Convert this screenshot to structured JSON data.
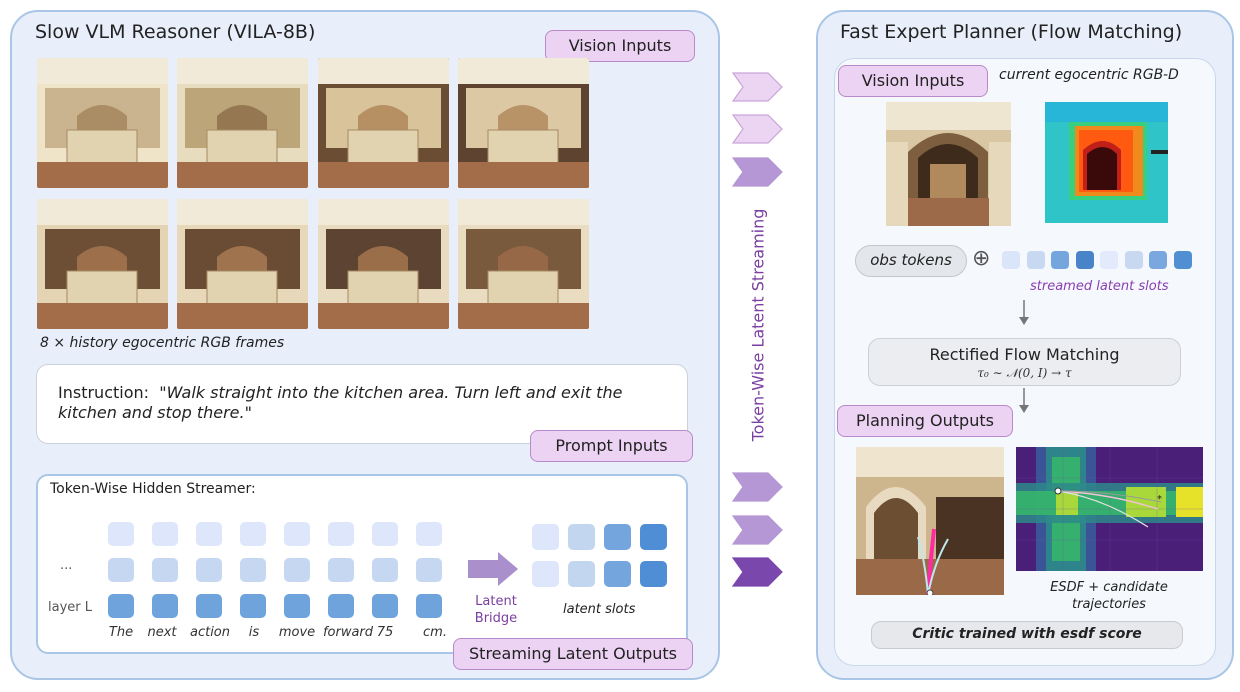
{
  "left_panel": {
    "title": "Slow VLM Reasoner  (VILA-8B)",
    "vision_tag": "Vision Inputs",
    "frames_caption": "8 × history egocentric RGB frames",
    "instruction_label": "Instruction:",
    "instruction_text": "\"Walk straight into the kitchen area. Turn left and exit the kitchen and stop there.\"",
    "prompt_tag": "Prompt Inputs",
    "streamer": {
      "title": "Token-Wise Hidden Streamer:",
      "ellipsis": "...",
      "layer_label": "layer L",
      "words": [
        "The",
        "next",
        "action",
        "is",
        "move",
        "forward",
        "75",
        "cm."
      ],
      "bridge_label": "Latent Bridge",
      "latent_caption": "latent slots"
    },
    "output_tag": "Streaming Latent Outputs"
  },
  "stream_label": "Token-Wise Latent Streaming",
  "right_panel": {
    "title": "Fast Expert Planner  (Flow Matching)",
    "vision_tag": "Vision Inputs",
    "rgbd_caption": "current egocentric RGB-D",
    "obs_tokens": "obs tokens",
    "plus_symbol": "⊕",
    "streamed_caption": "streamed latent slots",
    "rfm_title": "Rectified Flow Matching",
    "rfm_formula": "τ₀ ∼ 𝒩(0, I) → τ",
    "planning_tag": "Planning Outputs",
    "esdf_caption": "ESDF + candidate trajectories",
    "critic_label": "Critic  trained with esdf score"
  },
  "colors": {
    "panel_bg": "#e8effb",
    "panel_border": "#a9c6e6",
    "tag_bg": "#ecd2f3",
    "tag_border": "#b98ac9",
    "arrow_light": "#ecd4f3",
    "arrow_mid": "#b497d4",
    "arrow_dark": "#7a48ad",
    "stream_label": "#7a3fa0",
    "streamed_caption": "#8a3fb0"
  }
}
